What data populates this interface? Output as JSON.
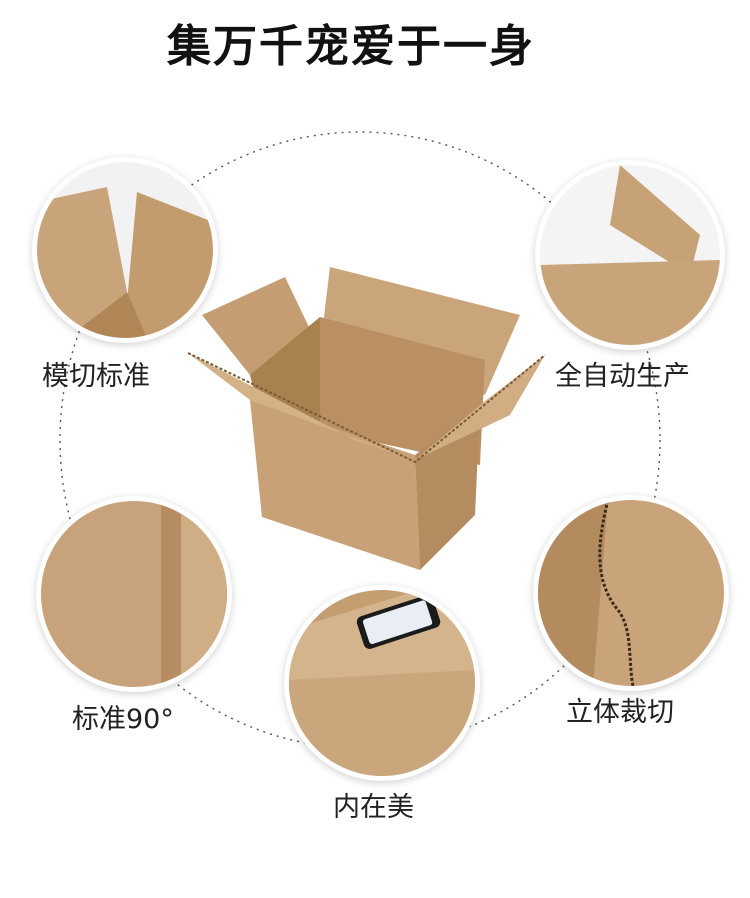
{
  "title": "集万千宠爱于一身",
  "features": [
    {
      "label": "模切标准"
    },
    {
      "label": "全自动生产"
    },
    {
      "label": "标准90°"
    },
    {
      "label": "立体裁切"
    },
    {
      "label": "内在美"
    }
  ],
  "colors": {
    "kraft": "#c9a37a",
    "kraft_dark": "#b88f63",
    "kraft_light": "#d8b995"
  }
}
